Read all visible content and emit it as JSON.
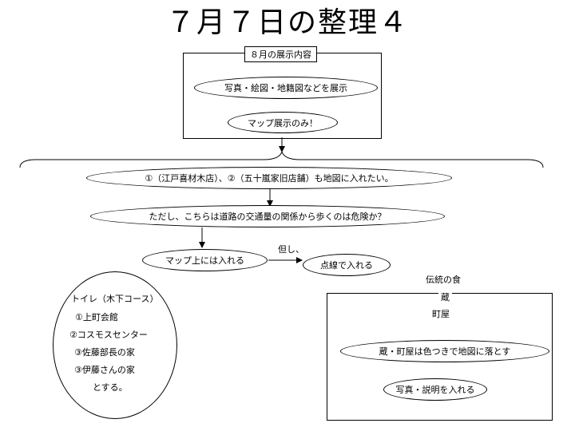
{
  "title": "７月７日の整理４",
  "august": {
    "header": "８月の展示内容",
    "item1": "写真・絵図・地籍図などを展示",
    "item2": "マップ展示のみ！"
  },
  "ideas": {
    "note1": "①（江戸喜材木店）、②（五十嵐家旧店舗）も地図に入れたい。",
    "note2": "ただし、こちらは道路の交通量の関係から歩くのは危険か？",
    "map_in": "マップ上には入れる",
    "however": "但し、",
    "dotted": "点線で入れる"
  },
  "toilet": {
    "title": "トイレ（木下コース）",
    "items": [
      "①上町会館",
      "②コスモスセンター",
      "③佐藤部長の家",
      "③伊藤さんの家"
    ],
    "footer": "とする。"
  },
  "traditional": {
    "title": "伝統の食",
    "item1": "蔵",
    "item2": "町屋",
    "note": "蔵・町屋は色つきで地図に落とす",
    "note2": "写真・説明を入れる"
  }
}
